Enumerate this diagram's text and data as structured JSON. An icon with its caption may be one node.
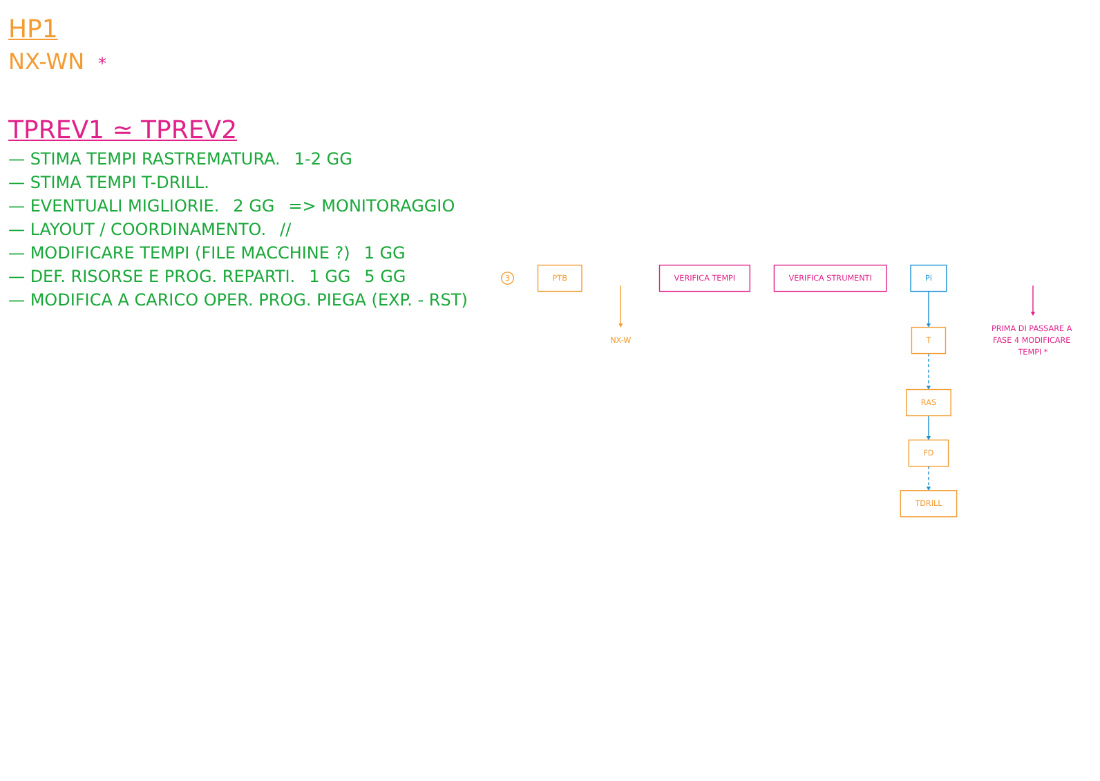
{
  "diagram": {
    "nodes": [
      {
        "text": [
          "3"
        ]
      },
      {
        "text": [
          "NX-W"
        ]
      },
      {
        "text": [
          "PTB"
        ]
      },
      {
        "text": [
          "Pi"
        ]
      },
      {
        "text": [
          "T"
        ]
      },
      {
        "text": [
          "RAS"
        ]
      },
      {
        "text": [
          "FD"
        ]
      },
      {
        "text": [
          "TDRILL"
        ]
      },
      {
        "text": [
          "VERIFICA TEMPI"
        ]
      },
      {
        "text": [
          "VERIFICA STRUMENTI"
        ]
      },
      {
        "text": [
          "PRIMA DI PASSARE A FASE 4 MODIFICARE TEMPI *"
        ]
      }
    ],
    "edges": [
      {
        "from": null,
        "to": 1,
        "arrow": "to",
        "color": "#f39c33"
      },
      {
        "from": 3,
        "to": 4,
        "arrow": "to"
      },
      {
        "from": 4,
        "to": 5,
        "arrow": "to",
        "style": "dashed"
      },
      {
        "from": 5,
        "to": 6,
        "arrow": "to"
      },
      {
        "from": 6,
        "to": 7,
        "arrow": "to",
        "style": "dashed"
      },
      {
        "from": null,
        "to": 10,
        "arrow": "to",
        "color": "#e0218a"
      }
    ],
    "labels": [
      "HP1",
      "NX-WN",
      "*",
      "TPREV1 ≃ TPREV2",
      "— STIMA TEMPI RASTREMATURA.",
      "1-2 GG",
      "— STIMA TEMPI T-DRILL.",
      "— EVENTUALI MIGLIORIE.",
      "2 GG",
      "=> MONITORAGGIO",
      "— LAYOUT / COORDINAMENTO.",
      "//",
      "— MODIFICARE TEMPI (FILE MACCHINE ?)",
      "1 GG",
      "— DEF. RISORSE E PROG. REPARTI.",
      "1 GG",
      "5 GG",
      "— MODIFICA A CARICO OPER. PROG. PIEGA (EXP. - RST)"
    ]
  }
}
